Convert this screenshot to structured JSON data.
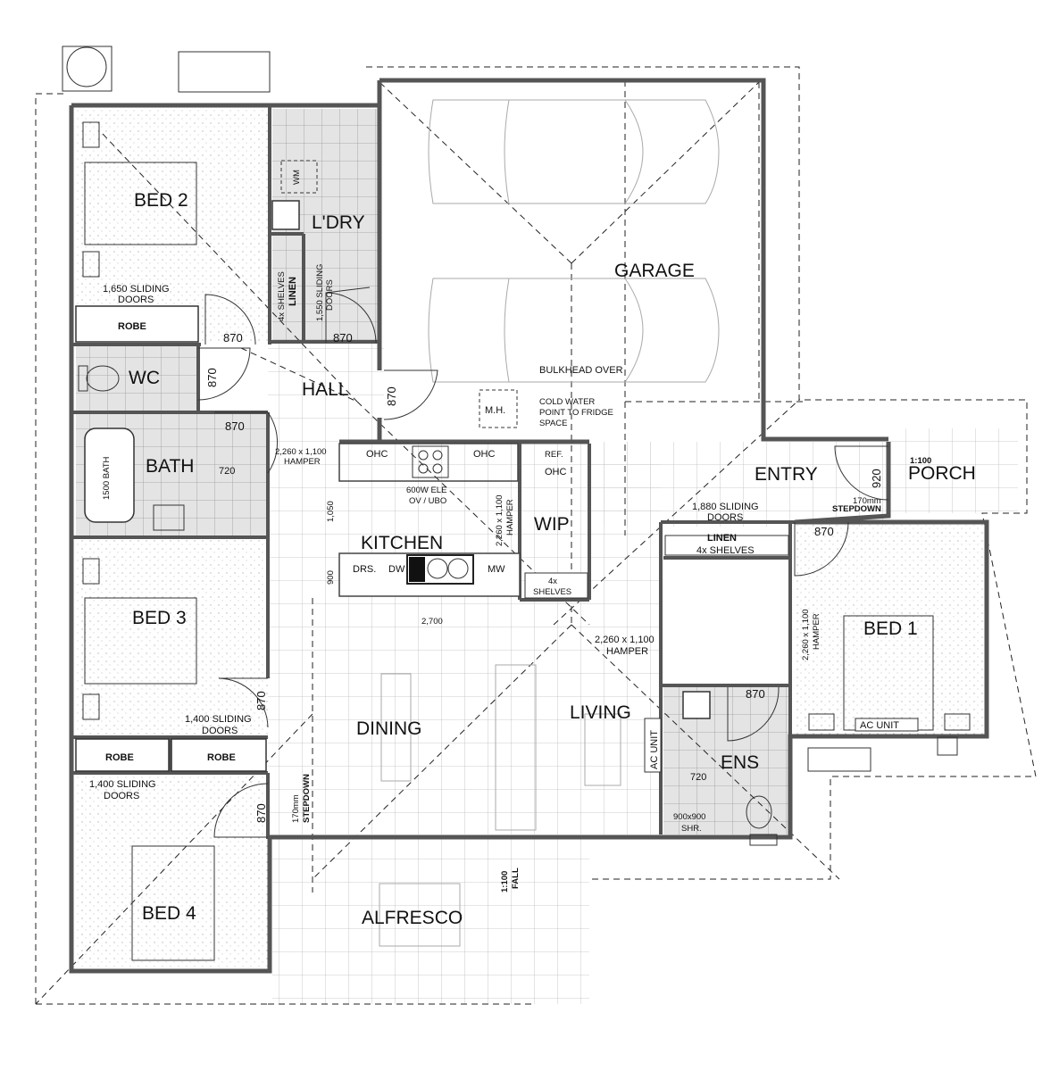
{
  "rooms": {
    "bed2": "BED 2",
    "laundry": "L'DRY",
    "garage": "GARAGE",
    "wc": "WC",
    "hall": "HALL",
    "bath": "BATH",
    "kitchen": "KITCHEN",
    "wip": "WIP",
    "entry": "ENTRY",
    "porch": "PORCH",
    "bed3": "BED 3",
    "bed1": "BED 1",
    "dining": "DINING",
    "living": "LIVING",
    "ens": "ENS",
    "bed4": "BED 4",
    "alfresco": "ALFRESCO"
  },
  "labels": {
    "sliding_1650_a": "1,650 SLIDING",
    "sliding_1650_b": "DOORS",
    "robe_bed2": "ROBE",
    "wm": "WM",
    "linen_shelves": "4x SHELVES",
    "linen": "LINEN",
    "sliding_1550_a": "1,550 SLIDING",
    "sliding_1550_b": "DOORS",
    "bulkhead": "BULKHEAD OVER",
    "mh": "M.H.",
    "cold_water_1": "COLD WATER",
    "cold_water_2": "POINT TO FRIDGE",
    "cold_water_3": "SPACE",
    "hamper_bath_1": "2,260 x 1,100",
    "hamper_bath_2": "HAMPER",
    "bath_1500": "1500 BATH",
    "ohc_1": "OHC",
    "ohc_2": "OHC",
    "ohc_3": "OHC",
    "ref": "REF.",
    "oven_1": "600W ELE",
    "oven_2": "OV / UBO",
    "hamper_kit_1": "2,260 x 1,100",
    "hamper_kit_2": "HAMPER",
    "drs": "DRS.",
    "dw": "DW",
    "mw": "MW",
    "wip_shelves_1": "4x",
    "wip_shelves_2": "SHELVES",
    "scale": "1:100",
    "stepdown_porch_1": "170mm",
    "stepdown_porch_2": "STEPDOWN",
    "sliding_1880_a": "1,880 SLIDING",
    "sliding_1880_b": "DOORS",
    "linen2": "LINEN",
    "linen2_shelves": "4x SHELVES",
    "hamper_liv_1": "2,260 x 1,100",
    "hamper_liv_2": "HAMPER",
    "hamper_bed1_1": "2,260 x 1,100",
    "hamper_bed1_2": "HAMPER",
    "ac_unit_bed1": "AC UNIT",
    "ac_unit_liv": "AC UNIT",
    "sliding_1400_a": "1,400 SLIDING",
    "sliding_1400_b": "DOORS",
    "robe_bed3": "ROBE",
    "robe_bed4": "ROBE",
    "sliding_1400c_a": "1,400 SLIDING",
    "sliding_1400c_b": "DOORS",
    "stepdown_alf_1": "170mm",
    "stepdown_alf_2": "STEPDOWN",
    "shr_1": "900x900",
    "shr_2": "SHR.",
    "fall_1": "1:100",
    "fall_2": "FALL"
  },
  "dims": {
    "d870_bed2": "870",
    "d870_ldry": "870",
    "d870_wc": "870",
    "d870_hall": "870",
    "d870_bath": "870",
    "d720_bath": "720",
    "d1050": "1,050",
    "d900": "900",
    "d2700": "2,700",
    "d920": "920",
    "d870_bed1": "870",
    "d870_ens": "870",
    "d720_ens": "720",
    "d870_bed3": "870",
    "d870_bed4": "870"
  }
}
